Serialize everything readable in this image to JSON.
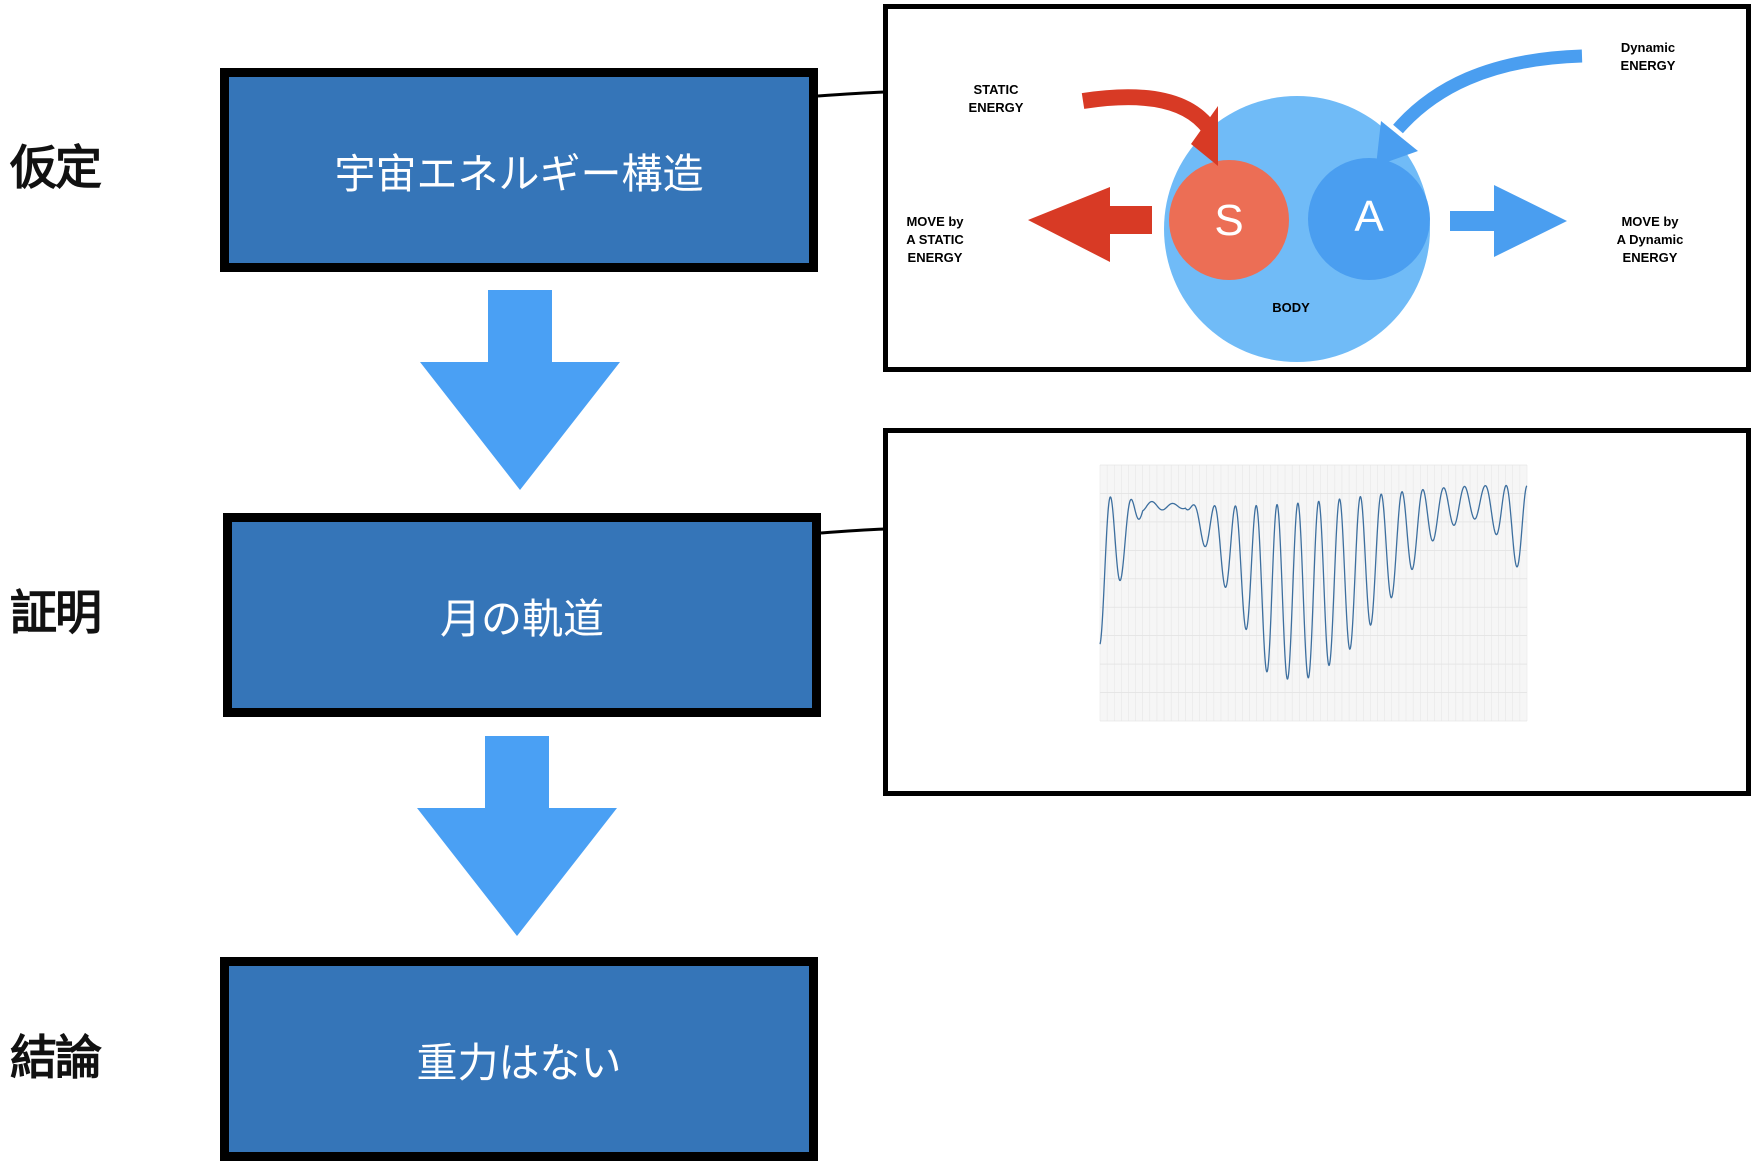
{
  "stages": [
    {
      "label": "仮定",
      "box": "宇宙エネルギー構造"
    },
    {
      "label": "証明",
      "box": "月の軌道"
    },
    {
      "label": "結論",
      "box": "重力はない"
    }
  ],
  "energy_diagram": {
    "static_label_1": "STATIC",
    "static_label_2": "ENERGY",
    "dynamic_label_1": "Dynamic",
    "dynamic_label_2": "ENERGY",
    "move_static_1": "MOVE by",
    "move_static_2": "A STATIC",
    "move_static_3": "ENERGY",
    "move_dynamic_1": "MOVE by",
    "move_dynamic_2": "A Dynamic",
    "move_dynamic_3": "ENERGY",
    "s_label": "S",
    "a_label": "A",
    "body_label": "BODY",
    "colors": {
      "static": "#d83a25",
      "static_circle": "#ec6e55",
      "dynamic": "#4a9ef0",
      "dynamic_circle": "#4a9ef0",
      "body": "#70bbf7"
    }
  },
  "colors": {
    "box_fill": "#3575b8",
    "arrow": "#4aa0f4",
    "line": "#3d6f9f"
  },
  "chart_data": {
    "type": "line",
    "title": "",
    "xlabel": "",
    "ylabel": "",
    "grid": true,
    "legend": "none",
    "cycles": 20.5,
    "y": [
      0.3,
      0.82,
      0.83,
      0.5,
      0.16,
      0.17,
      0.3,
      0.52,
      0.75,
      0.8,
      0.54
    ]
  }
}
